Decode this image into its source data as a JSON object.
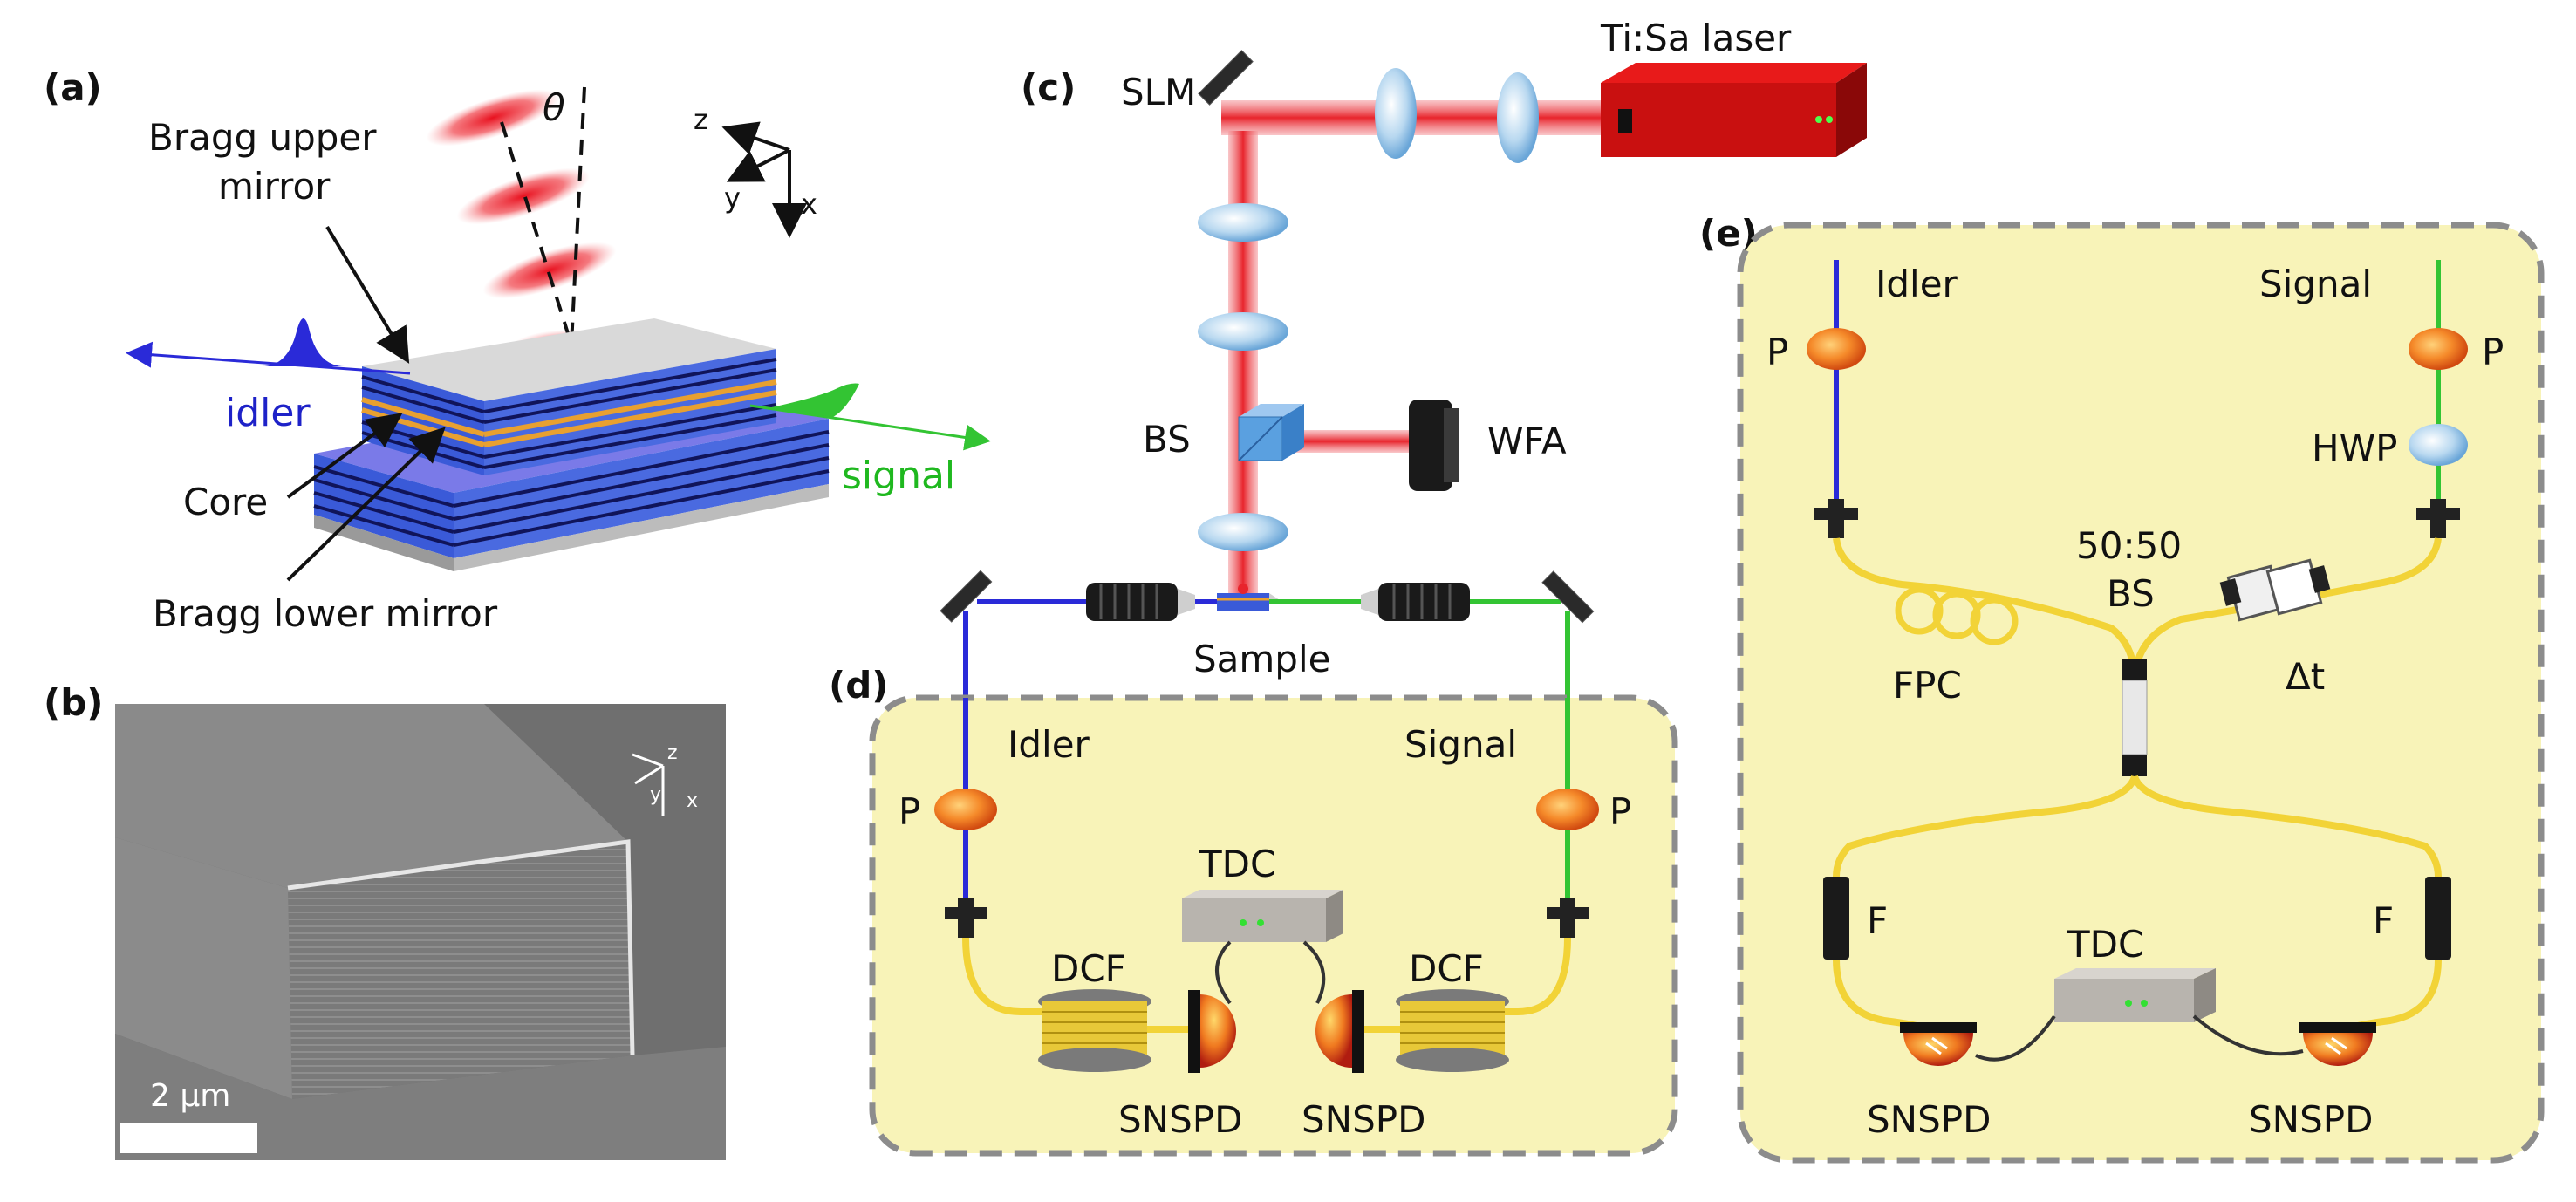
{
  "panels": {
    "a": "(a)",
    "b": "(b)",
    "c": "(c)",
    "d": "(d)",
    "e": "(e)"
  },
  "panel_a": {
    "bragg_upper_1": "Bragg upper",
    "bragg_upper_2": "mirror",
    "theta": "θ",
    "axis_z": "z",
    "axis_y": "y",
    "axis_x": "x",
    "idler": "idler",
    "signal": "signal",
    "core": "Core",
    "bragg_lower": "Bragg lower mirror"
  },
  "panel_b": {
    "axis_z": "z",
    "axis_y": "y",
    "axis_x": "x",
    "scale_bar": "2 µm"
  },
  "panel_c": {
    "slm": "SLM",
    "laser": "Ti:Sa laser",
    "bs": "BS",
    "wfa": "WFA",
    "sample": "Sample"
  },
  "panel_d": {
    "idler": "Idler",
    "signal": "Signal",
    "p_left": "P",
    "p_right": "P",
    "tdc": "TDC",
    "dcf_left": "DCF",
    "dcf_right": "DCF",
    "snspd_left": "SNSPD",
    "snspd_right": "SNSPD"
  },
  "panel_e": {
    "idler": "Idler",
    "signal": "Signal",
    "p_left": "P",
    "p_right": "P",
    "hwp": "HWP",
    "bs_ratio": "50:50",
    "bs": "BS",
    "fpc": "FPC",
    "delay": "Δt",
    "f_left": "F",
    "f_right": "F",
    "tdc": "TDC",
    "snspd_left": "SNSPD",
    "snspd_right": "SNSPD"
  },
  "colors": {
    "idler": "#2a2ad8",
    "signal": "#33c433",
    "beam": "#e8333a",
    "fiber": "#f2d337",
    "box_fill": "#f8f3b8",
    "box_stroke": "#8c8c8c"
  }
}
